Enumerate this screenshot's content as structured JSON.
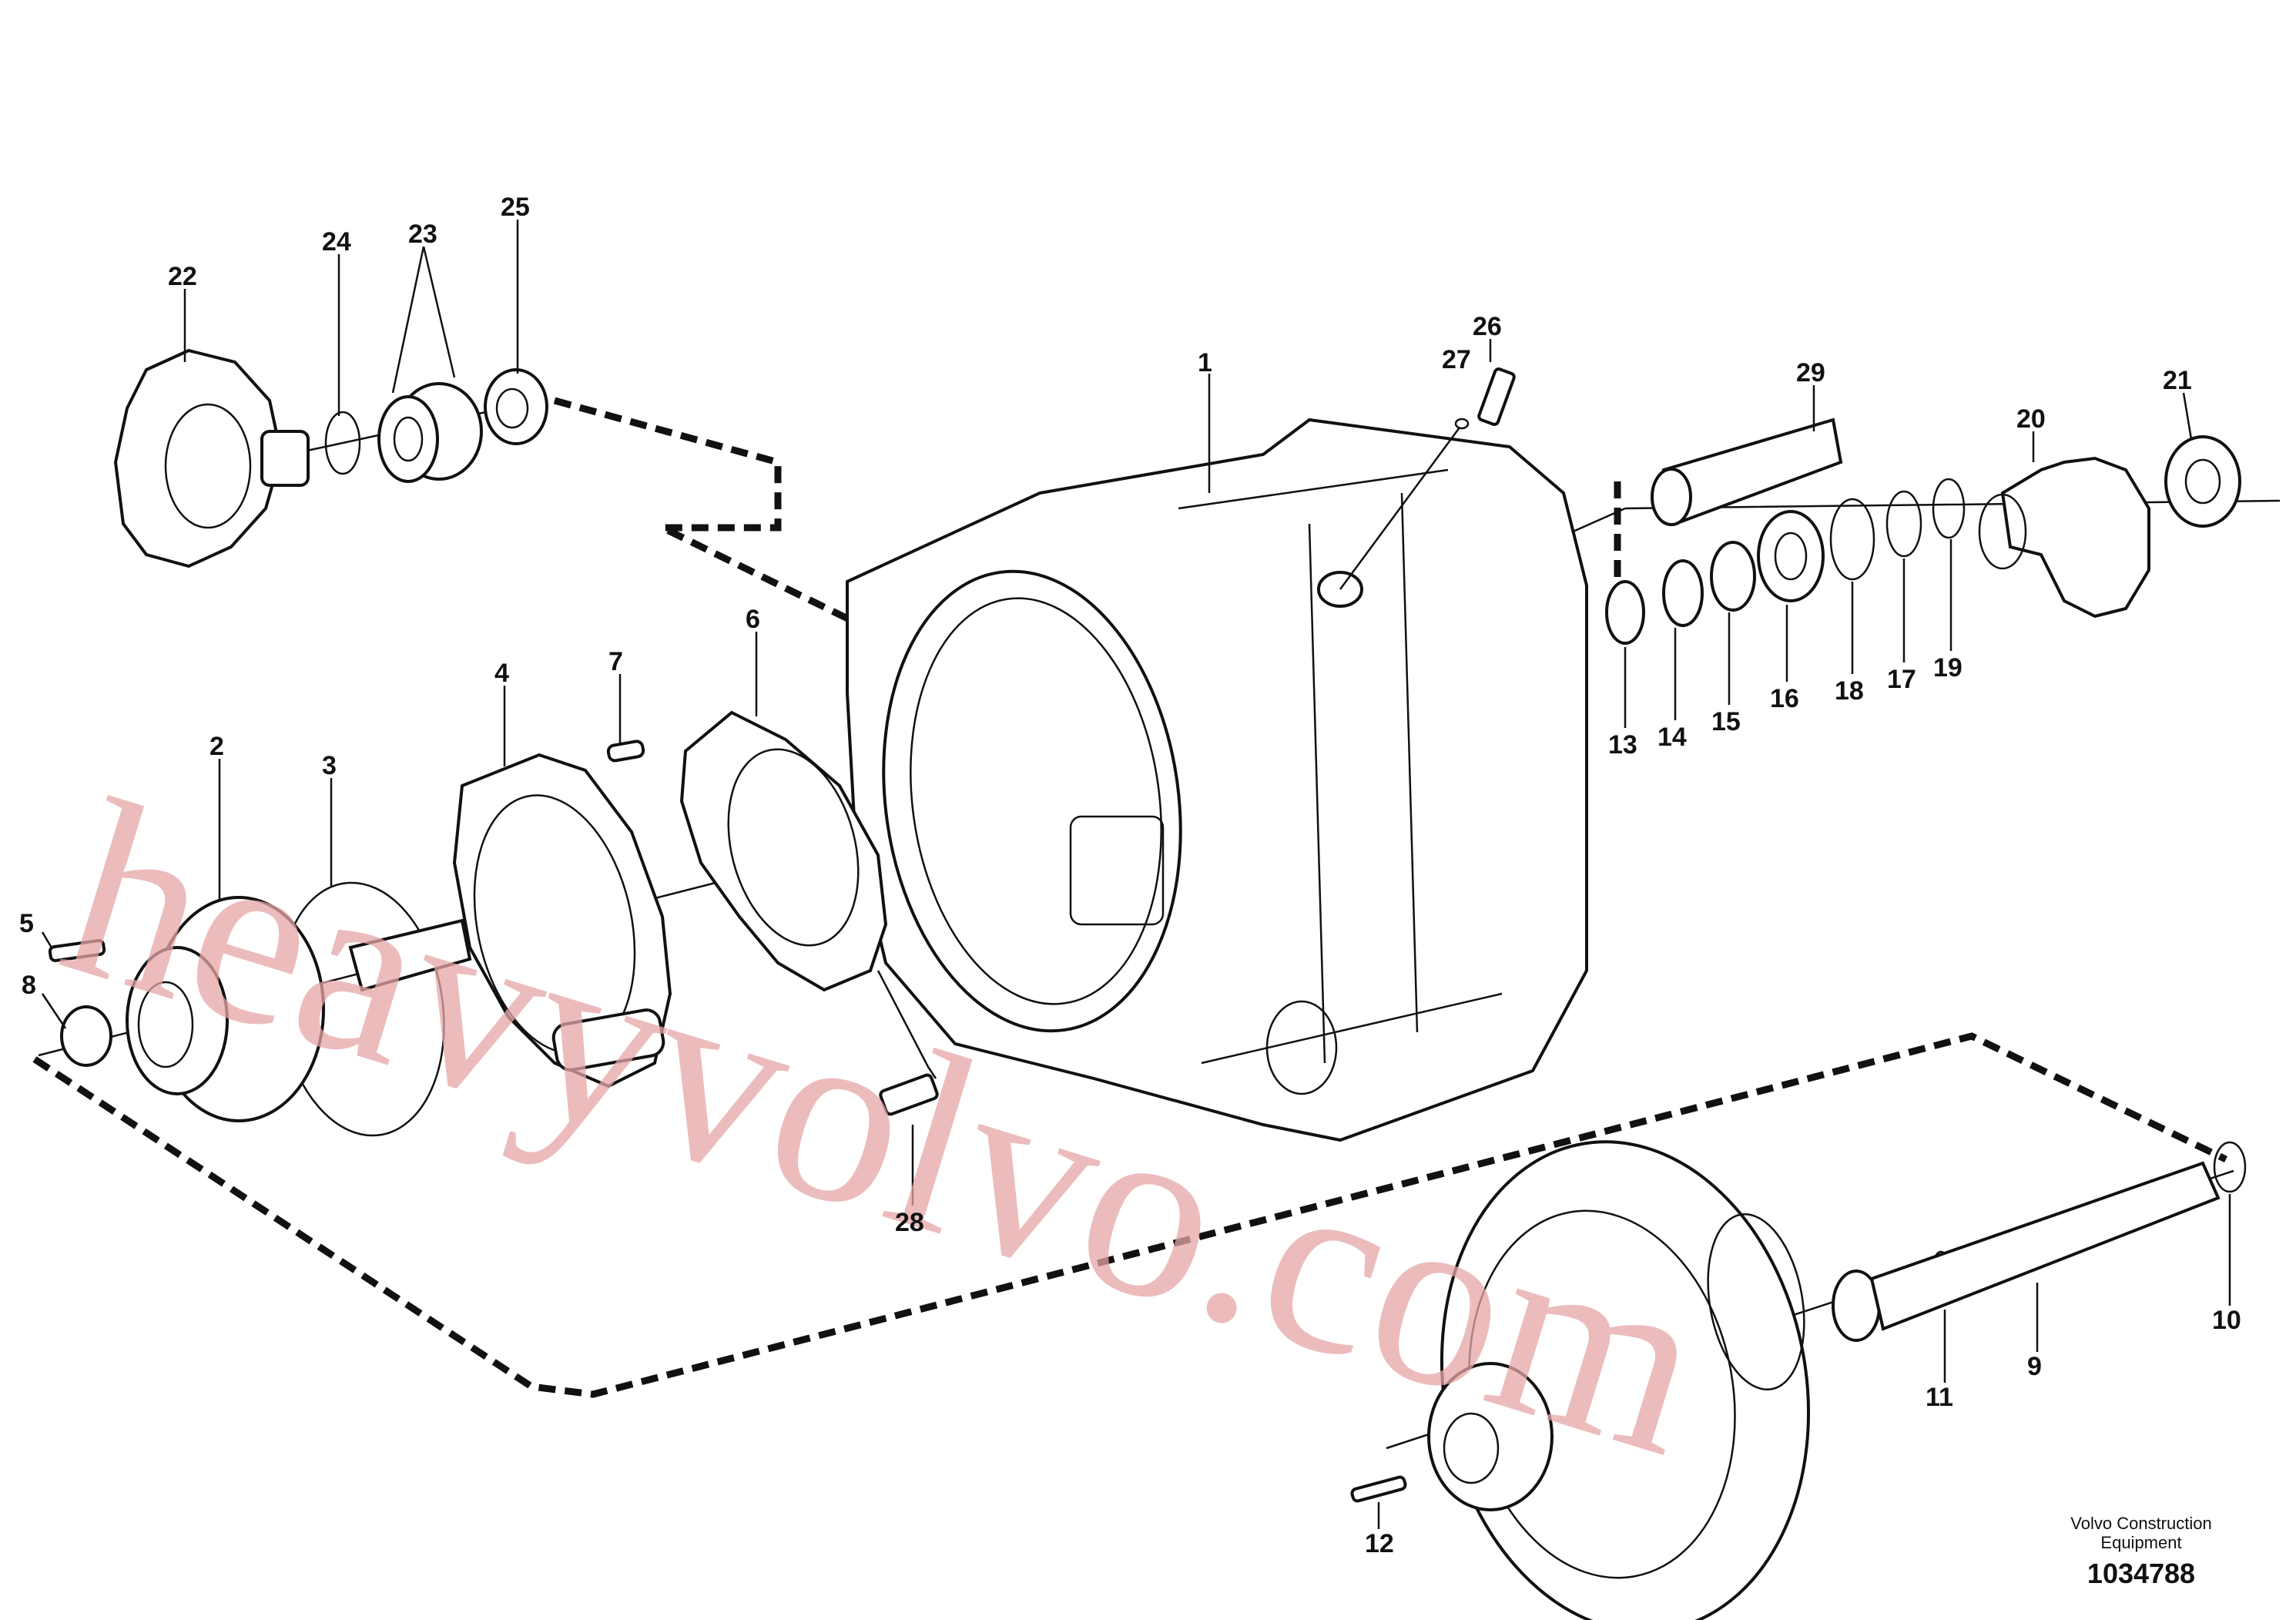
{
  "diagram": {
    "callouts": [
      {
        "id": "1",
        "label": "1"
      },
      {
        "id": "2",
        "label": "2"
      },
      {
        "id": "3",
        "label": "3"
      },
      {
        "id": "4",
        "label": "4"
      },
      {
        "id": "5",
        "label": "5"
      },
      {
        "id": "6",
        "label": "6"
      },
      {
        "id": "7",
        "label": "7"
      },
      {
        "id": "8",
        "label": "8"
      },
      {
        "id": "9",
        "label": "9"
      },
      {
        "id": "10",
        "label": "10"
      },
      {
        "id": "11",
        "label": "11"
      },
      {
        "id": "12",
        "label": "12"
      },
      {
        "id": "13",
        "label": "13"
      },
      {
        "id": "14",
        "label": "14"
      },
      {
        "id": "15",
        "label": "15"
      },
      {
        "id": "16",
        "label": "16"
      },
      {
        "id": "17",
        "label": "17"
      },
      {
        "id": "18",
        "label": "18"
      },
      {
        "id": "19",
        "label": "19"
      },
      {
        "id": "20",
        "label": "20"
      },
      {
        "id": "21",
        "label": "21"
      },
      {
        "id": "22",
        "label": "22"
      },
      {
        "id": "23",
        "label": "23"
      },
      {
        "id": "24",
        "label": "24"
      },
      {
        "id": "25",
        "label": "25"
      },
      {
        "id": "26",
        "label": "26"
      },
      {
        "id": "27",
        "label": "27"
      },
      {
        "id": "28",
        "label": "28"
      },
      {
        "id": "29",
        "label": "29"
      }
    ]
  },
  "footer": {
    "brand_line1": "Volvo Construction",
    "brand_line2": "Equipment",
    "drawing_number": "1034788"
  },
  "watermark": {
    "text": "heavyvolvo.com"
  }
}
